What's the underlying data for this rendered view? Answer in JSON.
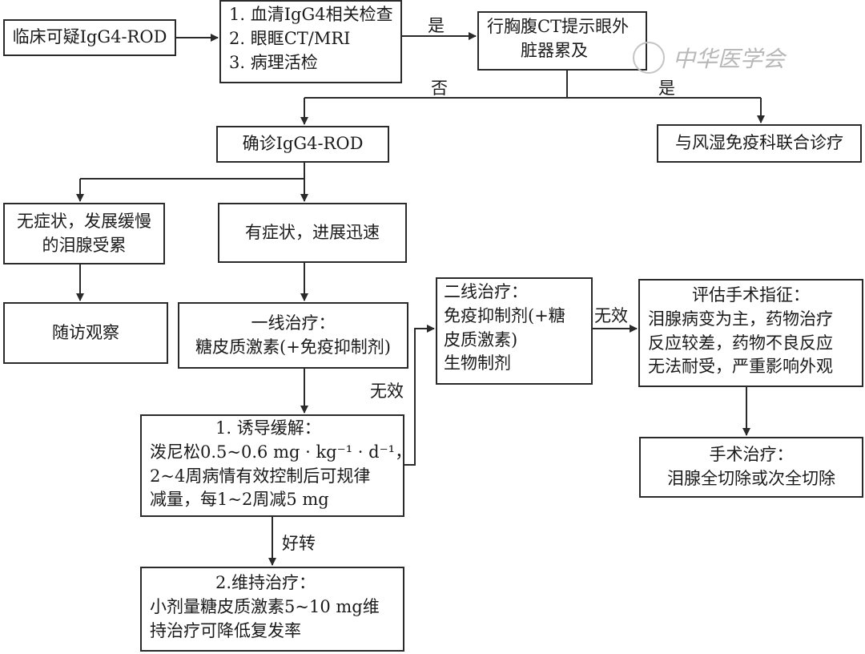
{
  "nodes": {
    "start": [
      "临床可疑IgG4-ROD"
    ],
    "exams": [
      "1. 血清IgG4相关检查",
      "2. 眼眶CT/MRI",
      "3. 病理活检"
    ],
    "ct": [
      "行胸腹CT提示眼外",
      "脏器累及"
    ],
    "rheum": [
      "与风湿免疫科联合诊疗"
    ],
    "confirm": [
      "确诊IgG4-ROD"
    ],
    "asym": [
      "无症状，发展缓慢",
      "的泪腺受累"
    ],
    "sym": [
      "有症状，进展迅速"
    ],
    "follow": [
      "随访观察"
    ],
    "first": [
      "一线治疗：",
      "糖皮质激素(+免疫抑制剂)"
    ],
    "induce": [
      "1. 诱导缓解：",
      "泼尼松0.5~0.6 mg · kg⁻¹ · d⁻¹，",
      "2~4周病情有效控制后可规律",
      "减量，每1~2周减5 mg"
    ],
    "maintain": [
      "2.维持治疗：",
      "小剂量糖皮质激素5~10 mg维",
      "持治疗可降低复发率"
    ],
    "second": [
      "二线治疗：",
      "免疫抑制剂(+糖",
      "皮质激素)",
      "生物制剂"
    ],
    "evaluate": [
      "评估手术指征：",
      "泪腺病变为主，药物治疗",
      "反应较差，药物不良反应",
      "无法耐受，严重影响外观"
    ],
    "surgery": [
      "手术治疗：",
      "泪腺全切除或次全切除"
    ]
  },
  "edge_labels": {
    "yes1": "是",
    "no": "否",
    "yes2": "是",
    "invalid1": "无效",
    "invalid2": "无效",
    "improve": "好转"
  },
  "watermark": "中华医学会",
  "colors": {
    "line": "#2a2a2a",
    "box_border": "#2a2a2a",
    "text": "#1a1a1a",
    "watermark": "#b8b8b8"
  }
}
